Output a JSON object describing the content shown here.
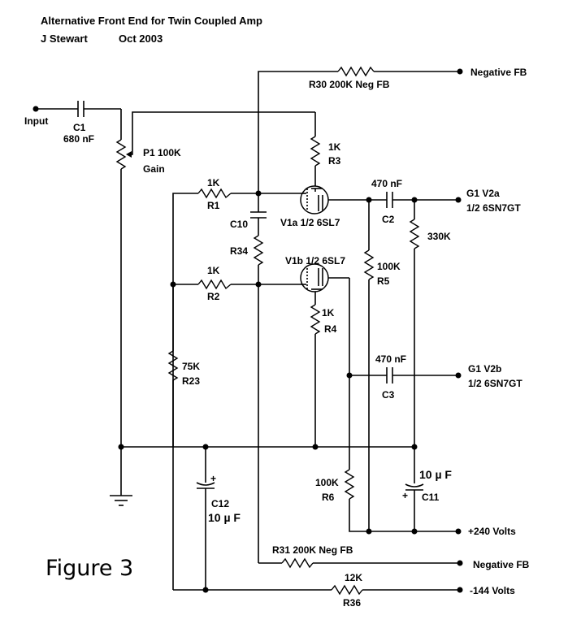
{
  "title": "Alternative Front End for Twin Coupled Amp",
  "author": "J Stewart",
  "date": "Oct 2003",
  "figure": "Figure 3",
  "labels": {
    "input": "Input",
    "c1_name": "C1",
    "c1_value": "680 nF",
    "p1_name": "P1 100K",
    "p1_desc": "Gain",
    "r30": "R30 200K Neg FB",
    "neg_fb_top": "Negative FB",
    "r3_value": "1K",
    "r3_name": "R3",
    "r1_value": "1K",
    "r1_name": "R1",
    "c10": "C10",
    "v1a": "V1a 1/2 6SL7",
    "c2_value": "470 nF",
    "c2_name": "C2",
    "g1v2a": "G1 V2a",
    "g1v2a_tube": "1/2 6SN7GT",
    "r330k": "330K",
    "r34": "R34",
    "v1b": "V1b 1/2 6SL7",
    "r5_value": "100K",
    "r5_name": "R5",
    "r2_value": "1K",
    "r2_name": "R2",
    "r4_value": "1K",
    "r4_name": "R4",
    "r23_value": "75K",
    "r23_name": "R23",
    "c3_value": "470 nF",
    "c3_name": "C3",
    "g1v2b": "G1 V2b",
    "g1v2b_tube": "1/2 6SN7GT",
    "c12_plus": "+",
    "c12_name": "C12",
    "c12_value": "10 µ F",
    "r6_value": "100K",
    "r6_name": "R6",
    "c11_value": "10 µ F",
    "c11_plus": "+",
    "c11_name": "C11",
    "v240": "+240 Volts",
    "r31": "R31 200K Neg FB",
    "neg_fb_bottom": "Negative FB",
    "r36_value": "12K",
    "r36_name": "R36",
    "v144": "-144 Volts"
  }
}
